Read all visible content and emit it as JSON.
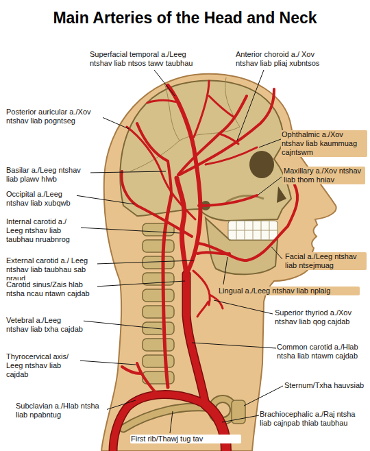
{
  "diagram": {
    "title": "Main Arteries of the Head and Neck",
    "labels": [
      "Superfacial temporal a./Leeg ntshav liab ntsos tawv taubhau",
      "Anterior choroid a./ Xov ntshav liab pliaj xubntsos",
      "Posterior auricular a./Xov ntshav liab pogntseg",
      "Ophthalmic a./Xov ntshav liab kaummuag cajntswm",
      "Basilar a./Leeg ntshav liab plawv hlwb",
      "Maxillary a./Xov ntshav liab thom hniav",
      "Occipital a./Leeg ntshav liab xubqwb",
      "Internal carotid a./ Leeg ntshav liab taubhau nruabnrog",
      "External carotid a./ Leeg ntshav liab taubhau sab nraud",
      "Facial a./Leeg ntshav liab ntsejmuag",
      "Carotid sinus/Zais hlab ntsha ncau ntawn cajdab",
      "Lingual a./Leeg ntshav liab nplaig",
      "Superior thyriod a./Xov ntshav liab qog cajdab",
      "Vetebral a./Leeg ntshav liab txha cajdab",
      "Common carotid a./Hlab ntsha liab ntawm cajdab",
      "Thyrocervical axis/ Leeg ntshav liab cajdab",
      "Sternum/Txha hauvsiab",
      "Subclavian a./Hlab ntsha liab npabntug",
      "Brachiocephalic a./Raj ntsha liab cajnpab thiab taubhau",
      "First rib/Thawj tug tav"
    ]
  }
}
